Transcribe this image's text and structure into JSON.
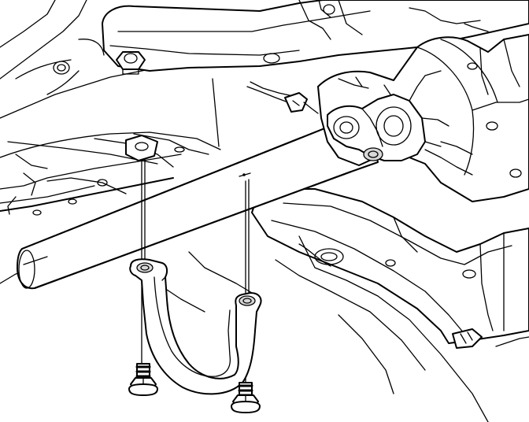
{
  "colors": {
    "line": "#000000",
    "background": "#ffffff",
    "shade": "#d8d8d8"
  },
  "parts": [
    {
      "id": "frame-crossmember",
      "kind": "structure"
    },
    {
      "id": "cross-rail-upper",
      "kind": "structure"
    },
    {
      "id": "differential-housing",
      "kind": "component"
    },
    {
      "id": "driveshaft-tube",
      "kind": "component"
    },
    {
      "id": "u-bracket-clamp",
      "kind": "component"
    },
    {
      "id": "mounting-bolt-left",
      "kind": "fastener"
    },
    {
      "id": "mounting-bolt-right",
      "kind": "fastener"
    },
    {
      "id": "floor-pan",
      "kind": "structure"
    },
    {
      "id": "wiring-harness",
      "kind": "component"
    }
  ]
}
